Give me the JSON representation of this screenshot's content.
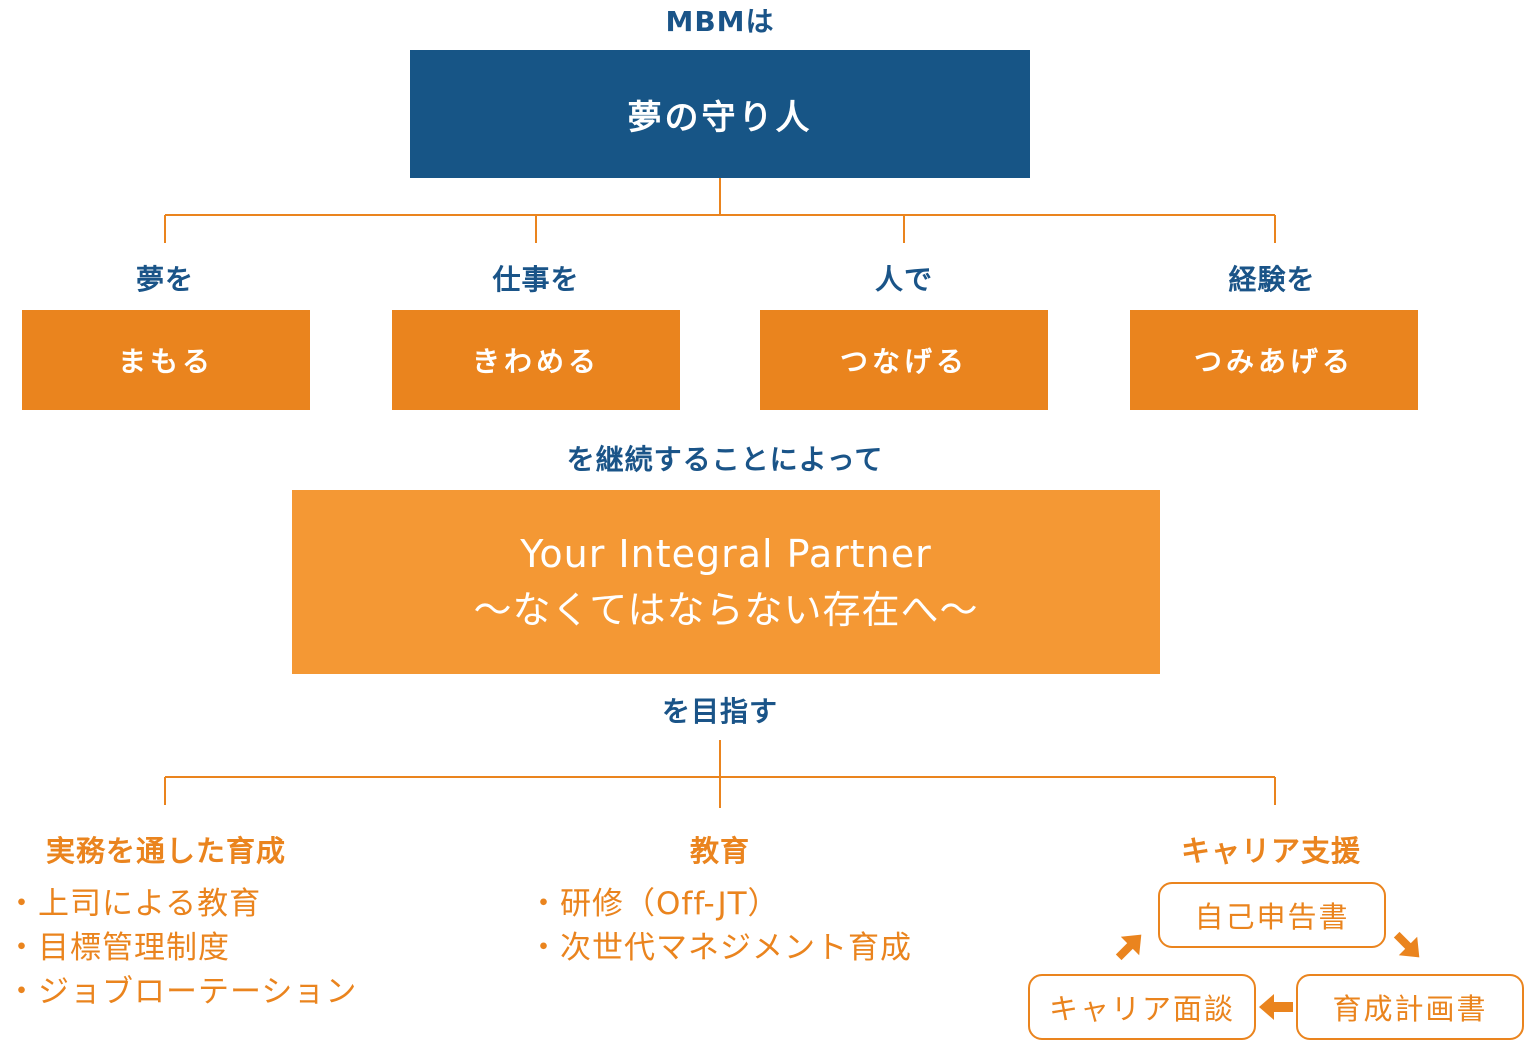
{
  "header": {
    "caption": "MBMは",
    "title": "夢の守り人"
  },
  "values": [
    {
      "label": "夢を",
      "box": "まもる"
    },
    {
      "label": "仕事を",
      "box": "きわめる"
    },
    {
      "label": "人で",
      "box": "つなげる"
    },
    {
      "label": "経験を",
      "box": "つみあげる"
    }
  ],
  "middle_caption": "を継続することによって",
  "goal": {
    "line1": "Your Integral Partner",
    "line2": "～なくてはならない存在へ～"
  },
  "goal_caption": "を目指す",
  "pillars": [
    {
      "title": "実務を通した育成",
      "items": [
        "・上司による教育",
        "・目標管理制度",
        "・ジョブローテーション"
      ]
    },
    {
      "title": "教育",
      "items": [
        "・研修（Off-JT）",
        "・次世代マネジメント育成"
      ]
    },
    {
      "title": "キャリア支援"
    }
  ],
  "career_cycle": [
    "自己申告書",
    "育成計画書",
    "キャリア面談"
  ],
  "colors": {
    "navy": "#175586",
    "orange": "#ea841e",
    "light_orange": "#f49834",
    "caption_blue": "#1a5488"
  },
  "icons": [
    "arrow-up-right-icon",
    "arrow-down-right-icon",
    "arrow-left-icon"
  ]
}
